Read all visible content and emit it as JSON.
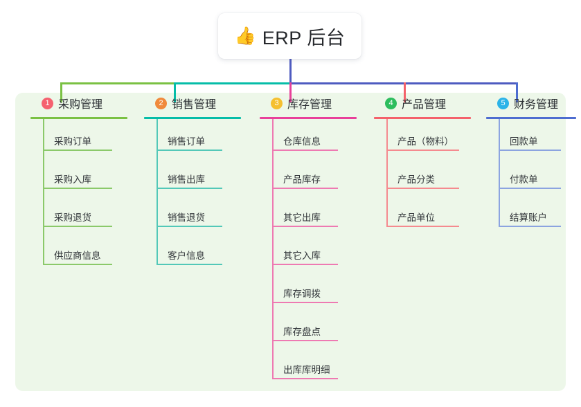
{
  "root": {
    "icon": "thumbs-up-emoji",
    "emoji": "👍",
    "title": "ERP 后台"
  },
  "panel": {
    "background_color": "#edf7e9"
  },
  "connector": {
    "stem_color": "#4e5bc0",
    "bar_segments": [
      {
        "color": "#7ac143"
      },
      {
        "color": "#06bda8"
      },
      {
        "color": "#4e5bc0"
      }
    ],
    "drops": [
      {
        "color": "#7ac143"
      },
      {
        "color": "#06bda8"
      },
      {
        "color": "#e8409a"
      },
      {
        "color": "#f4616b"
      },
      {
        "color": "#4e6dd0"
      }
    ]
  },
  "columns": [
    {
      "index": "1",
      "title": "采购管理",
      "badge_color": "#f5616f",
      "line_color": "#7ac143",
      "leaf_line_color": "#8bc96a",
      "items": [
        {
          "label": "采购订单"
        },
        {
          "label": "采购入库"
        },
        {
          "label": "采购退货"
        },
        {
          "label": "供应商信息"
        }
      ]
    },
    {
      "index": "2",
      "title": "销售管理",
      "badge_color": "#f08a3c",
      "line_color": "#06bda8",
      "leaf_line_color": "#53c8b8",
      "items": [
        {
          "label": "销售订单"
        },
        {
          "label": "销售出库"
        },
        {
          "label": "销售退货"
        },
        {
          "label": "客户信息"
        }
      ]
    },
    {
      "index": "3",
      "title": "库存管理",
      "badge_color": "#f5c030",
      "line_color": "#e8409a",
      "leaf_line_color": "#ee7ab2",
      "items": [
        {
          "label": "仓库信息"
        },
        {
          "label": "产品库存"
        },
        {
          "label": "其它出库"
        },
        {
          "label": "其它入库"
        },
        {
          "label": "库存调拨"
        },
        {
          "label": "库存盘点"
        },
        {
          "label": "出库库明细"
        }
      ]
    },
    {
      "index": "4",
      "title": "产品管理",
      "badge_color": "#2dbd5e",
      "line_color": "#f4616b",
      "leaf_line_color": "#f58a8f",
      "items": [
        {
          "label": "产品（物料）"
        },
        {
          "label": "产品分类"
        },
        {
          "label": "产品单位"
        }
      ]
    },
    {
      "index": "5",
      "title": "财务管理",
      "badge_color": "#2bb3e8",
      "line_color": "#4e6dd0",
      "leaf_line_color": "#8ca4e0",
      "items": [
        {
          "label": "回款单"
        },
        {
          "label": "付款单"
        },
        {
          "label": "结算账户"
        }
      ]
    }
  ]
}
